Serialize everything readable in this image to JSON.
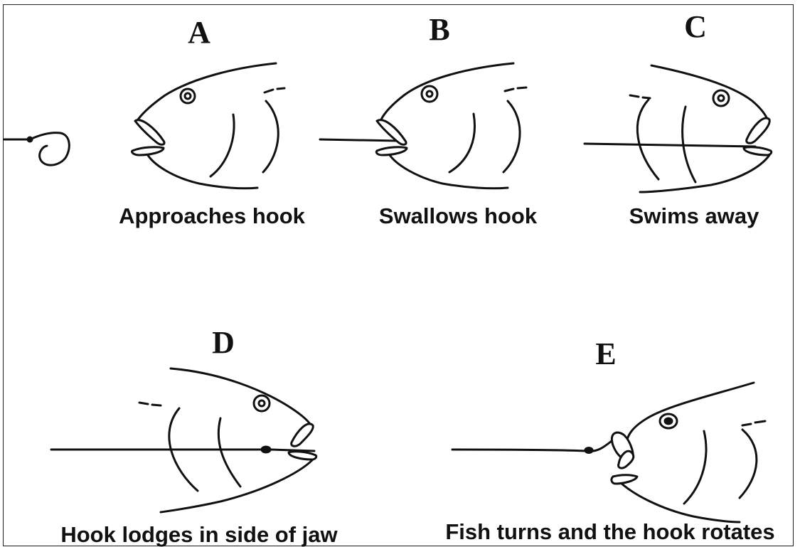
{
  "figure": {
    "panels": [
      {
        "id": "A",
        "letter": "A",
        "caption": "Approaches hook"
      },
      {
        "id": "B",
        "letter": "B",
        "caption": "Swallows hook"
      },
      {
        "id": "C",
        "letter": "C",
        "caption": "Swims away"
      },
      {
        "id": "D",
        "letter": "D",
        "caption": "Hook lodges in side of jaw"
      },
      {
        "id": "E",
        "letter": "E",
        "caption": "Fish turns and the hook rotates"
      }
    ]
  }
}
